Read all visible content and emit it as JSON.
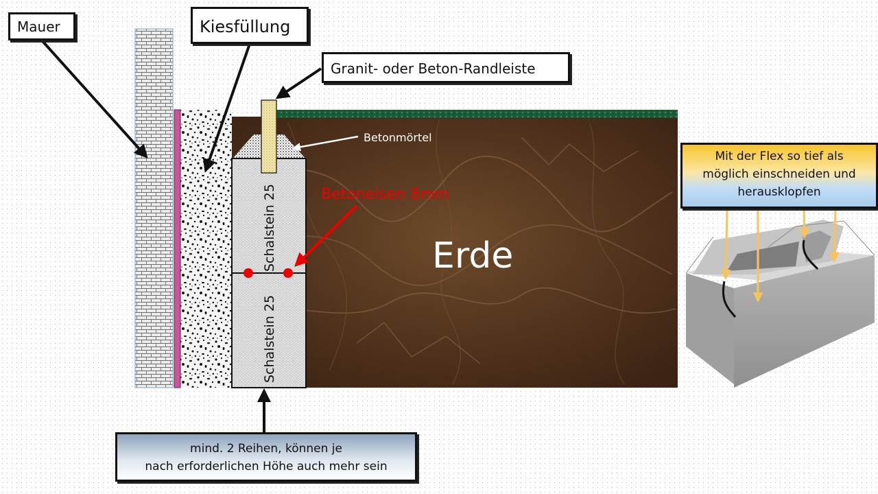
{
  "labels": {
    "mauer": "Mauer",
    "kiesfuellung": "Kiesfüllung",
    "randleiste": "Granit- oder Beton-Randleiste",
    "betonmoertel": "Betonmörtel",
    "betoneisen": "Betoneisen 8mm",
    "schalstein_top": "Schalstein 25",
    "schalstein_bottom": "Schalstein 25",
    "erde": "Erde",
    "flex_line1": "Mit der Flex so tief als",
    "flex_line2": "möglich einschneiden und",
    "flex_line3": "herausklopfen",
    "reihen_line1": "mind. 2 Reihen, können je",
    "reihen_line2": "nach erforderlichen Höhe auch mehr sein"
  },
  "colors": {
    "soil": "#4a2c17",
    "grass": "#1f5b3a",
    "gravel": "#f2f2f2",
    "brick_wall": "#e8e8e8",
    "membrane": "#c9559a",
    "curb": "#f3e28f",
    "rebar": "#ee0000",
    "arrow_yellow": "#f7c35a",
    "cut_line": "#111111"
  }
}
